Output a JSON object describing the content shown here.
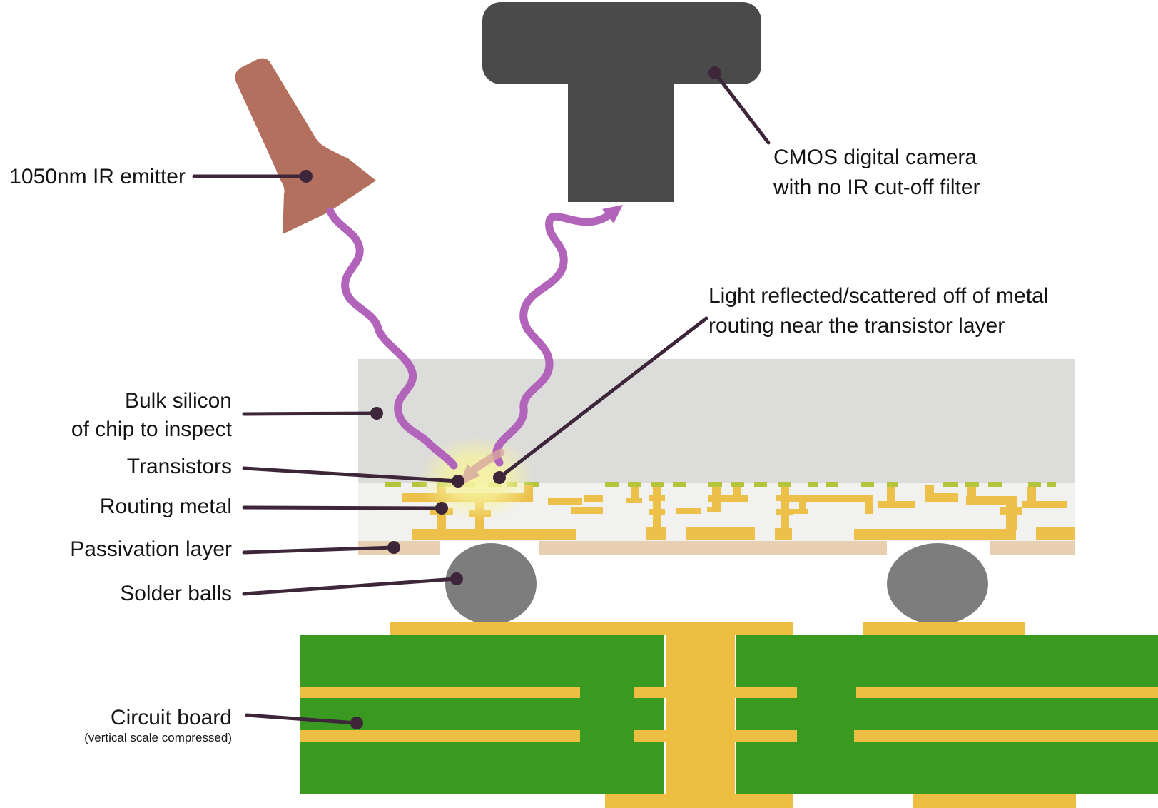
{
  "labels": {
    "ir_emitter": "1050nm IR emitter",
    "camera_line1": "CMOS digital camera",
    "camera_line2": "with no IR cut-off filter",
    "reflection_line1": "Light reflected/scattered off of metal",
    "reflection_line2": "routing near the transistor layer",
    "bulk_silicon_line1": "Bulk silicon",
    "bulk_silicon_line2": "of chip to inspect",
    "transistors": "Transistors",
    "routing_metal": "Routing metal",
    "passivation_layer": "Passivation layer",
    "solder_balls": "Solder balls",
    "circuit_board": "Circuit board",
    "circuit_board_note": "(vertical scale compressed)"
  },
  "colors": {
    "background": "#ffffff",
    "camera_body": "#4a4a4a",
    "emitter_body": "#b4705e",
    "ir_beam": "#b263ba",
    "scatter_arrow": "#d8a89e",
    "glow": "#f7f3a0",
    "leader_line": "#3d2639",
    "text": "#141414",
    "bulk_silicon": "#dcdcdb",
    "dielectric": "#f1f1ef",
    "transistor": "#b5c53b",
    "routing_metal": "#ecc049",
    "passivation": "#e8cfb1",
    "solder_ball": "#7d7d7d",
    "board_substrate": "#3a9921",
    "board_copper": "#ecbf42"
  }
}
